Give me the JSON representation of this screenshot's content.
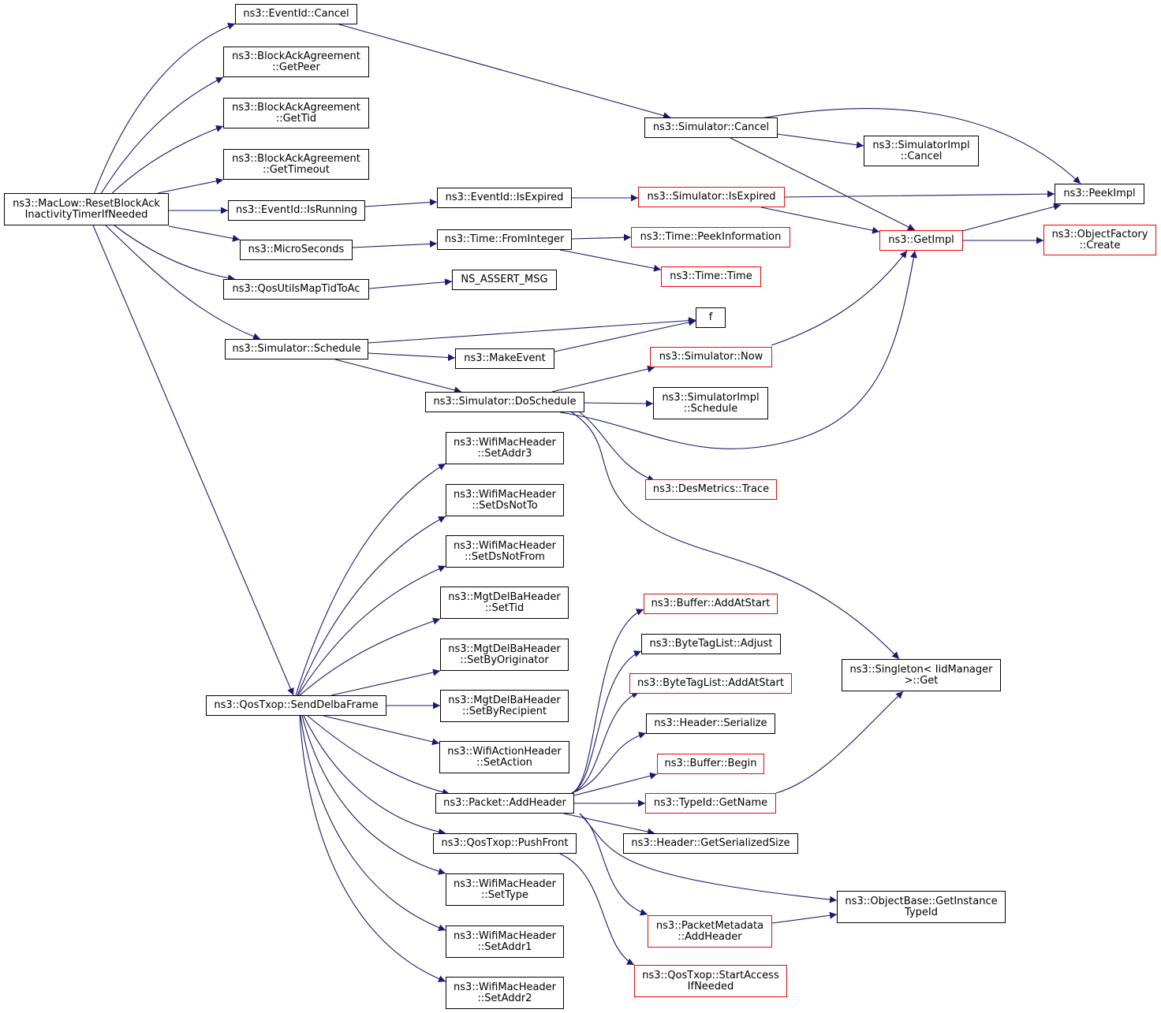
{
  "graph": {
    "edge_color": "#191970",
    "nodes": {
      "root": {
        "lines": [
          "ns3::MacLow::ResetBlockAck",
          "InactivityTimerIfNeeded"
        ],
        "style": "root"
      },
      "evCancel": {
        "lines": [
          "ns3::EventId::Cancel"
        ],
        "style": "black"
      },
      "getPeer": {
        "lines": [
          "ns3::BlockAckAgreement",
          "::GetPeer"
        ],
        "style": "black"
      },
      "getTid": {
        "lines": [
          "ns3::BlockAckAgreement",
          "::GetTid"
        ],
        "style": "black"
      },
      "getTimeout": {
        "lines": [
          "ns3::BlockAckAgreement",
          "::GetTimeout"
        ],
        "style": "black"
      },
      "isRunning": {
        "lines": [
          "ns3::EventId::IsRunning"
        ],
        "style": "black"
      },
      "microSeconds": {
        "lines": [
          "ns3::MicroSeconds"
        ],
        "style": "black"
      },
      "qosMap": {
        "lines": [
          "ns3::QosUtilsMapTidToAc"
        ],
        "style": "black"
      },
      "schedule": {
        "lines": [
          "ns3::Simulator::Schedule"
        ],
        "style": "black"
      },
      "sendDelba": {
        "lines": [
          "ns3::QosTxop::SendDelbaFrame"
        ],
        "style": "black"
      },
      "simCancel": {
        "lines": [
          "ns3::Simulator::Cancel"
        ],
        "style": "black"
      },
      "implCancel": {
        "lines": [
          "ns3::SimulatorImpl",
          "::Cancel"
        ],
        "style": "black"
      },
      "peekImpl": {
        "lines": [
          "ns3::PeekImpl"
        ],
        "style": "black"
      },
      "getImpl": {
        "lines": [
          "ns3::GetImpl"
        ],
        "style": "red"
      },
      "objFactory": {
        "lines": [
          "ns3::ObjectFactory",
          "::Create"
        ],
        "style": "red"
      },
      "evIsExpired": {
        "lines": [
          "ns3::EventId::IsExpired"
        ],
        "style": "black"
      },
      "simIsExpired": {
        "lines": [
          "ns3::Simulator::IsExpired"
        ],
        "style": "red"
      },
      "fromInteger": {
        "lines": [
          "ns3::Time::FromInteger"
        ],
        "style": "black"
      },
      "peekInfo": {
        "lines": [
          "ns3::Time::PeekInformation"
        ],
        "style": "red"
      },
      "timeTime": {
        "lines": [
          "ns3::Time::Time"
        ],
        "style": "red"
      },
      "nsAssert": {
        "lines": [
          "NS_ASSERT_MSG"
        ],
        "style": "black"
      },
      "f": {
        "lines": [
          "f"
        ],
        "style": "black"
      },
      "makeEvent": {
        "lines": [
          "ns3::MakeEvent"
        ],
        "style": "black"
      },
      "simNow": {
        "lines": [
          "ns3::Simulator::Now"
        ],
        "style": "red"
      },
      "doSchedule": {
        "lines": [
          "ns3::Simulator::DoSchedule"
        ],
        "style": "black"
      },
      "implSchedule": {
        "lines": [
          "ns3::SimulatorImpl",
          "::Schedule"
        ],
        "style": "black"
      },
      "desTrace": {
        "lines": [
          "ns3::DesMetrics::Trace"
        ],
        "style": "red"
      },
      "singletonGet": {
        "lines": [
          "ns3::Singleton< IidManager",
          " >::Get"
        ],
        "style": "black"
      },
      "setAddr3": {
        "lines": [
          "ns3::WifiMacHeader",
          "::SetAddr3"
        ],
        "style": "black"
      },
      "setDsNotTo": {
        "lines": [
          "ns3::WifiMacHeader",
          "::SetDsNotTo"
        ],
        "style": "black"
      },
      "setDsNotFrom": {
        "lines": [
          "ns3::WifiMacHeader",
          "::SetDsNotFrom"
        ],
        "style": "black"
      },
      "mgtSetTid": {
        "lines": [
          "ns3::MgtDelBaHeader",
          "::SetTid"
        ],
        "style": "black"
      },
      "setByOrig": {
        "lines": [
          "ns3::MgtDelBaHeader",
          "::SetByOriginator"
        ],
        "style": "black"
      },
      "setByRecip": {
        "lines": [
          "ns3::MgtDelBaHeader",
          "::SetByRecipient"
        ],
        "style": "black"
      },
      "setAction": {
        "lines": [
          "ns3::WifiActionHeader",
          "::SetAction"
        ],
        "style": "black"
      },
      "addHeader": {
        "lines": [
          "ns3::Packet::AddHeader"
        ],
        "style": "black"
      },
      "pushFront": {
        "lines": [
          "ns3::QosTxop::PushFront"
        ],
        "style": "black"
      },
      "setType": {
        "lines": [
          "ns3::WifiMacHeader",
          "::SetType"
        ],
        "style": "black"
      },
      "setAddr1": {
        "lines": [
          "ns3::WifiMacHeader",
          "::SetAddr1"
        ],
        "style": "black"
      },
      "setAddr2": {
        "lines": [
          "ns3::WifiMacHeader",
          "::SetAddr2"
        ],
        "style": "black"
      },
      "bufAddAtStart": {
        "lines": [
          "ns3::Buffer::AddAtStart"
        ],
        "style": "red"
      },
      "btlAdjust": {
        "lines": [
          "ns3::ByteTagList::Adjust"
        ],
        "style": "black"
      },
      "btlAddAtStart": {
        "lines": [
          "ns3::ByteTagList::AddAtStart"
        ],
        "style": "red"
      },
      "hdrSerialize": {
        "lines": [
          "ns3::Header::Serialize"
        ],
        "style": "black"
      },
      "bufBegin": {
        "lines": [
          "ns3::Buffer::Begin"
        ],
        "style": "red"
      },
      "typeIdGetName": {
        "lines": [
          "ns3::TypeId::GetName"
        ],
        "style": "red"
      },
      "hdrGetSerSize": {
        "lines": [
          "ns3::Header::GetSerializedSize"
        ],
        "style": "black"
      },
      "objBaseGetType": {
        "lines": [
          "ns3::ObjectBase::GetInstance",
          "TypeId"
        ],
        "style": "black"
      },
      "pktMetaAddHdr": {
        "lines": [
          "ns3::PacketMetadata",
          "::AddHeader"
        ],
        "style": "red"
      },
      "startAccess": {
        "lines": [
          "ns3::QosTxop::StartAccess",
          "IfNeeded"
        ],
        "style": "red"
      }
    }
  }
}
